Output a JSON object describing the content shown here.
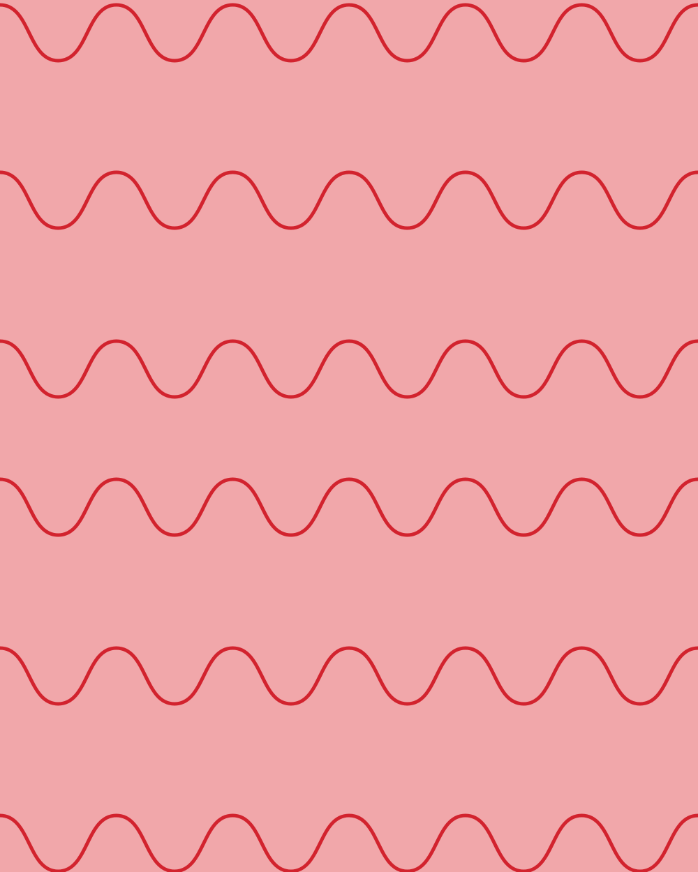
{
  "pattern": {
    "background_color": "#f1a7aa",
    "stroke_color": "#d2232e",
    "wave_count": 6,
    "peaks_per_wave": 6,
    "motif": "wavy-line"
  }
}
